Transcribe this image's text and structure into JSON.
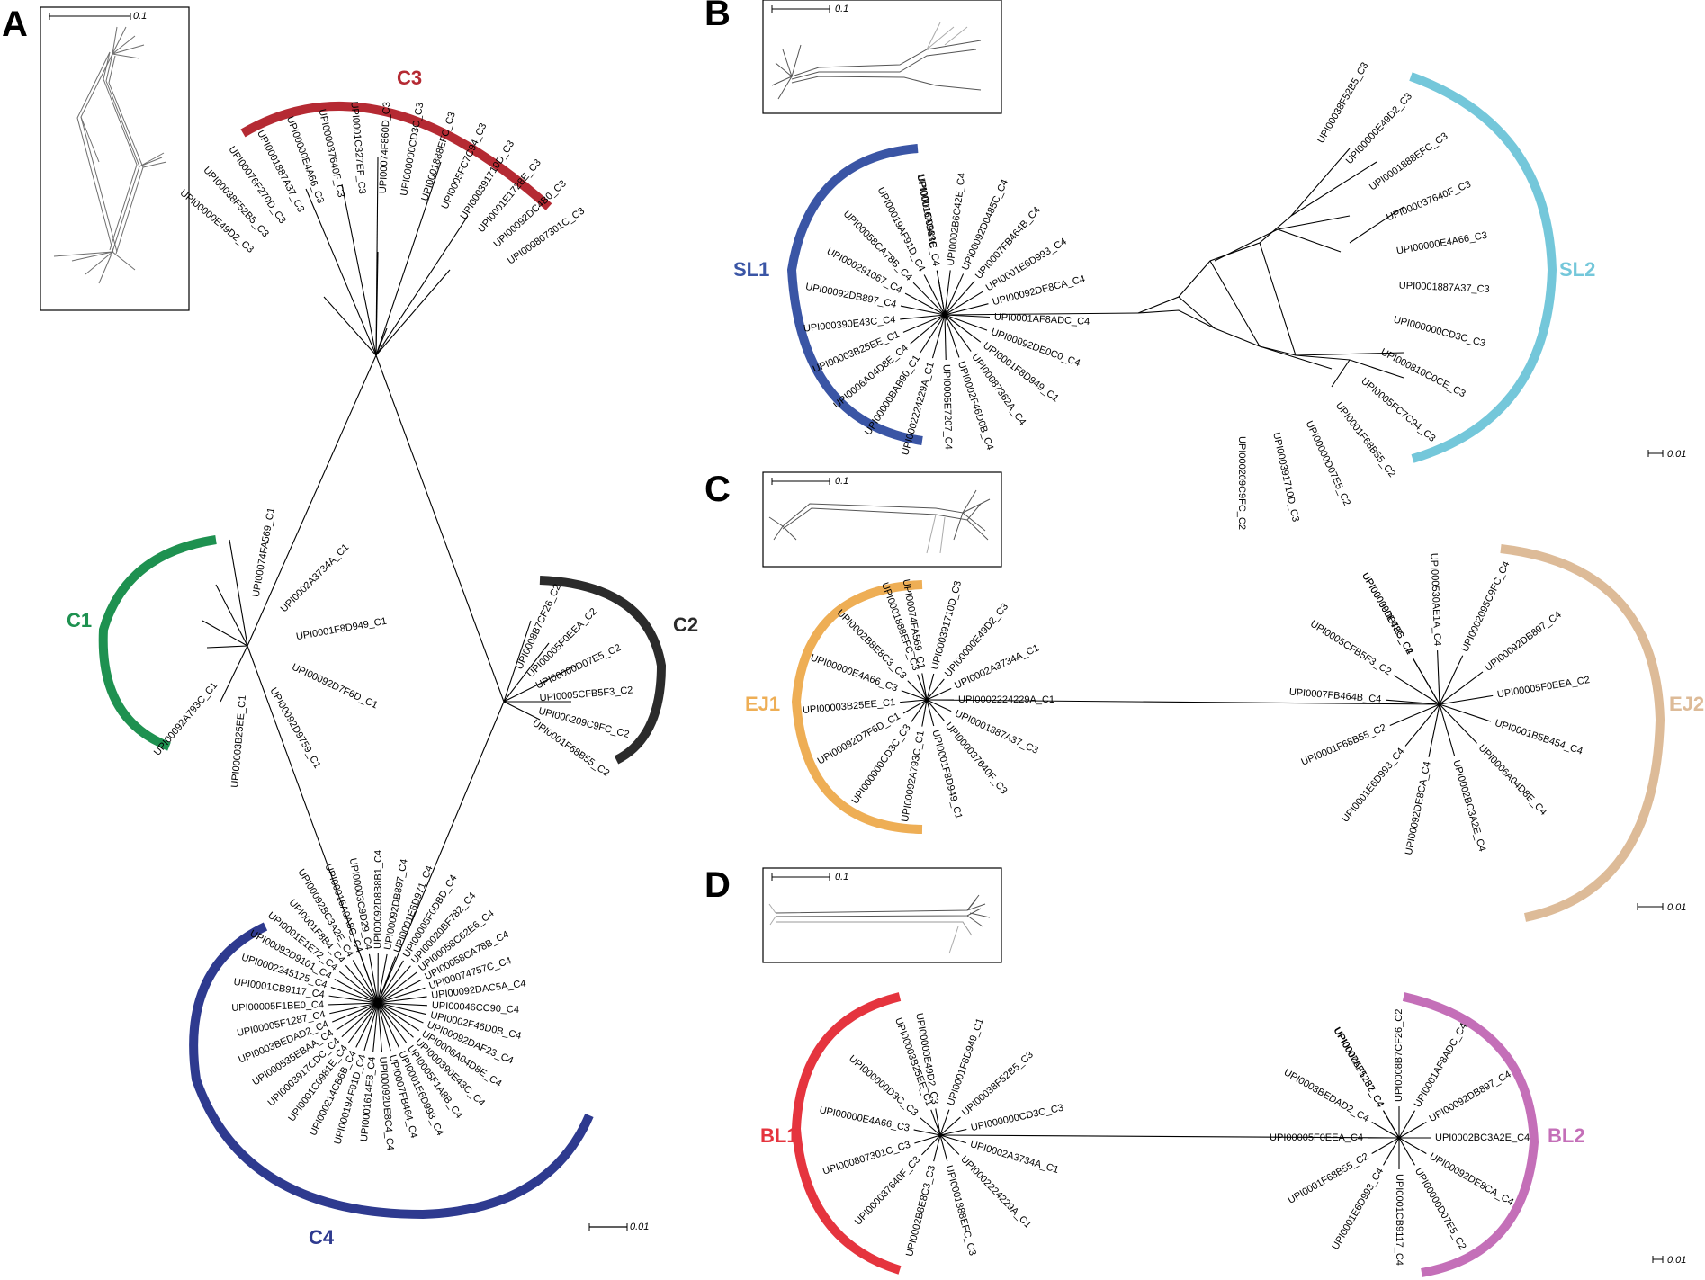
{
  "colors": {
    "C1": "#1e9150",
    "C2": "#2b2b2b",
    "C3": "#b52a33",
    "C4": "#2e3a8f",
    "SL1": "#3a55a5",
    "SL2": "#74c7da",
    "EJ1": "#eeae55",
    "EJ2": "#ddbb98",
    "BL1": "#e5343e",
    "BL2": "#c46fb8"
  },
  "panels": [
    {
      "id": "A",
      "letter": "A",
      "inset_scale": "0.1",
      "main_scale": "0.01",
      "clades": [
        {
          "key": "C3",
          "label": "C3",
          "leaves": [
            "UPI00000E49D2_C3",
            "UPI00038F52B5_C3",
            "UPI00076F270D_C3",
            "UPI0001887A37_C3",
            "UPI00000E4A66_C3",
            "UPI000037640F_C3",
            "UPI0001C327EF_C3",
            "UPI00074F860D_C3",
            "UPI000000CD3C_C3",
            "UPI0001888EFC_C3",
            "UPI0005FC7C94_C3",
            "UPI000391710D_C3",
            "UPI0001E1728E_C3",
            "UPI00092DC4B0_C3",
            "UPI000807301C_C3"
          ]
        },
        {
          "key": "C1",
          "label": "C1",
          "leaves": [
            "UPI00074FA569_C1",
            "UPI0002A3734A_C1",
            "UPI0001F8D949_C1",
            "UPI00092D7F6D_C1",
            "UPI00092D9759_C1",
            "UPI00003B25EE_C1",
            "UPI00092A793C_C1"
          ]
        },
        {
          "key": "C2",
          "label": "C2",
          "leaves": [
            "UPI0008B7CF26_C2",
            "UPI00005F0EEA_C2",
            "UPI00000D07E5_C2",
            "UPI0005CFB5F3_C2",
            "UPI000209C9FC_C2",
            "UPI0001F68B55_C2"
          ]
        },
        {
          "key": "C4",
          "label": "C4",
          "leaves": [
            "UPI00003C9D29_C4",
            "UPI00092D8B8B1_C4",
            "UPI00092DB897_C4",
            "UPI0001E6D971_C4",
            "UPI00005F0DBD_C4",
            "UPI00020BF782_C4",
            "UPI00058C62E6_C4",
            "UPI00058CA78B_C4",
            "UPI00074757C_C4",
            "UPI00092DAC5A_C4",
            "UPI00046CC90_C4",
            "UPI0002F46D0B_C4",
            "UPI00092DAF23_C4",
            "UPI0006A04D8E_C4",
            "UPI000390E43C_C4",
            "UPI0005F1A8B_C4",
            "UPI0001E6D993_C4",
            "UPI0007FB464_C4",
            "UPI00092DE8C4_C4",
            "UPI0001614E8_C4",
            "UPI00019AF91D_C4",
            "UPI000214CB6B_C4",
            "UPI0001C0981E_C4",
            "UPI0003917CDC_C4",
            "UPI000535EBAA_C4",
            "UPI0003BEDAD2_C4",
            "UPI00005F1287_C4",
            "UPI00005F1BE0_C4",
            "UPI0001CB9117_C4",
            "UPI0002245125_C4",
            "UPI00092D9101_C4",
            "UPI0001E1E72_C4",
            "UPI0001F8B4_C4",
            "UPI00092BC3A2E_C4",
            "UPI00016A0A8C_C4"
          ]
        }
      ]
    },
    {
      "id": "B",
      "letter": "B",
      "inset_scale": "0.1",
      "main_scale": "0.01",
      "clades": [
        {
          "key": "SL1",
          "label": "SL1",
          "leaves": [
            "UPI00016A0A8C_C4",
            "UPI0002B6C42E_C4",
            "UPI00092D0485C_C4",
            "UPI0007FB464B_C4",
            "UPI0001E6D993_C4",
            "UPI00092DE8CA_C4",
            "UPI0001AF8ADC_C4",
            "UPI00092DE0C0_C4",
            "UPI0001F8D949_C1",
            "UPI00087362A_C4",
            "UPI0002F46D0B_C4",
            "UPI0005E7207_C4",
            "UPI0002224229A_C1",
            "UPI00000BAB90_C1",
            "UPI0006A04D8E_C4",
            "UPI00003B25EE_C1",
            "UPI000390E43C_C4",
            "UPI00092DB897_C4",
            "UPI000291067_C4",
            "UPI00058CA78B_C4",
            "UPI00019AF91D_C4",
            "UPI0001C0981E_C4"
          ]
        },
        {
          "key": "SL2",
          "label": "SL2",
          "leaves": [
            "UPI00038F52B5_C3",
            "UPI00000E49D2_C3",
            "UPI0001888EFC_C3",
            "UPI000037640F_C3",
            "UPI00000E4A66_C3",
            "UPI0001887A37_C3",
            "UPI000000CD3C_C3",
            "UPI000810C0CE_C3",
            "UPI0005FC7C94_C3",
            "UPI0001F68B55_C2",
            "UPI00000D07E5_C2",
            "UPI000391710D_C3",
            "UPI000209C9FC_C2"
          ]
        }
      ]
    },
    {
      "id": "C",
      "letter": "C",
      "inset_scale": "0.1",
      "main_scale": "0.01",
      "clades": [
        {
          "key": "EJ1",
          "label": "EJ1",
          "leaves": [
            "UPI00074FA569_C1",
            "UPI000391710D_C3",
            "UPI00000E49D2_C3",
            "UPI0002A3734A_C1",
            "UPI0002224229A_C1",
            "UPI0001887A37_C3",
            "UPI000037640F_C3",
            "UPI0001F8D949_C1",
            "UPI00092A793C_C1",
            "UPI000000CD3C_C3",
            "UPI00092D7F6D_C1",
            "UPI00003B25EE_C1",
            "UPI00000E4A66_C3",
            "UPI0002B8E8C3_C3",
            "UPI0001888EFC_C3"
          ]
        },
        {
          "key": "EJ2",
          "label": "EJ2",
          "leaves": [
            "UPI000390E43C_C4",
            "UPI000530AE1A_C4",
            "UPI0002095C9FC_C4",
            "UPI00092DB897_C4",
            "UPI00005F0EEA_C2",
            "UPI0001B5B454_C4",
            "UPI0006A04D8E_C4",
            "UPI0002BC3A2E_C4",
            "UPI00092DE8CA_C4",
            "UPI0001E6D993_C4",
            "UPI0001F68B55_C2",
            "UPI0007FB464B_C4",
            "UPI0005CFB5F3_C2",
            "UPI00000D07E5_C2"
          ]
        }
      ]
    },
    {
      "id": "D",
      "letter": "D",
      "inset_scale": "0.1",
      "main_scale": "0.01",
      "clades": [
        {
          "key": "BL1",
          "label": "BL1",
          "leaves": [
            "UPI00000E49D2_C3",
            "UPI0001F8D949_C1",
            "UPI00038F52B5_C3",
            "UPI000000CD3C_C3",
            "UPI0002A3734A_C1",
            "UPI0002224229A_C1",
            "UPI0001888EFC_C3",
            "UPI0002B8E8C3_C3",
            "UPI000037640F_C3",
            "UPI000807301C_C3",
            "UPI00000E4A66_C3",
            "UPI000000D3C_C3",
            "UPI00003B25EE_C1"
          ]
        },
        {
          "key": "BL2",
          "label": "BL2",
          "leaves": [
            "UPI0007A75752_C4",
            "UPI0008B7CF26_C2",
            "UPI0001AF8ADC_C4",
            "UPI00092DB897_C4",
            "UPI0002BC3A2E_C4",
            "UPI00092DE8CA_C4",
            "UPI00000D07E5_C2",
            "UPI0001CB9117_C4",
            "UPI0001E6D993_C4",
            "UPI0001F68B55_C2",
            "UPI00005F0EEA_C4",
            "UPI0003BEDAD2_C4",
            "UPI00005F1287_C4"
          ]
        }
      ]
    }
  ]
}
